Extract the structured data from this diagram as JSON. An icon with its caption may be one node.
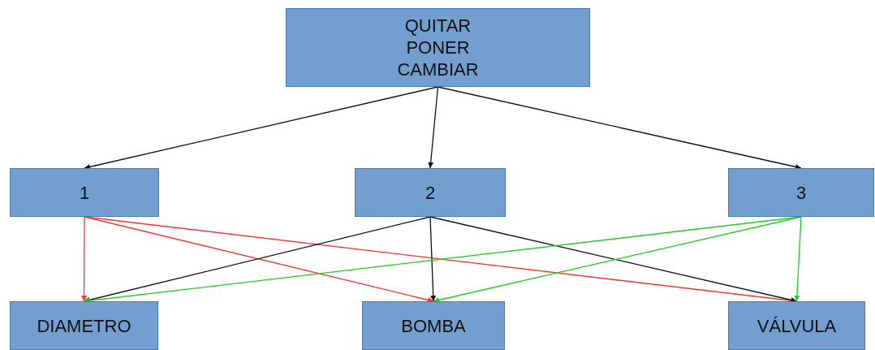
{
  "diagram": {
    "nodes": [
      {
        "text": [
          "QUITAR PONER CAMBIAR"
        ]
      },
      {
        "text": [
          "1"
        ]
      },
      {
        "text": [
          "2"
        ]
      },
      {
        "text": [
          "3"
        ]
      },
      {
        "text": [
          "DIAMETRO"
        ]
      },
      {
        "text": [
          "BOMBA"
        ]
      },
      {
        "text": [
          "VÁLVULA"
        ]
      }
    ],
    "edges": [
      {
        "from": 0,
        "to": 1,
        "arrow": "to"
      },
      {
        "from": 0,
        "to": 2,
        "arrow": "to"
      },
      {
        "from": 0,
        "to": 3,
        "arrow": "to"
      },
      {
        "from": 1,
        "to": 4,
        "arrow": "to",
        "color": "#ff3333"
      },
      {
        "from": 1,
        "to": 5,
        "arrow": "to",
        "color": "#ff3333"
      },
      {
        "from": 1,
        "to": 6,
        "arrow": "to",
        "color": "#ff3333"
      },
      {
        "from": 2,
        "to": 4,
        "arrow": "to"
      },
      {
        "from": 2,
        "to": 5,
        "arrow": "to"
      },
      {
        "from": 2,
        "to": 6,
        "arrow": "to"
      },
      {
        "from": 3,
        "to": 4,
        "arrow": "to",
        "color": "#22cc22"
      },
      {
        "from": 3,
        "to": 5,
        "arrow": "to",
        "color": "#22cc22"
      },
      {
        "from": 3,
        "to": 6,
        "arrow": "to",
        "color": "#22cc22"
      }
    ]
  }
}
